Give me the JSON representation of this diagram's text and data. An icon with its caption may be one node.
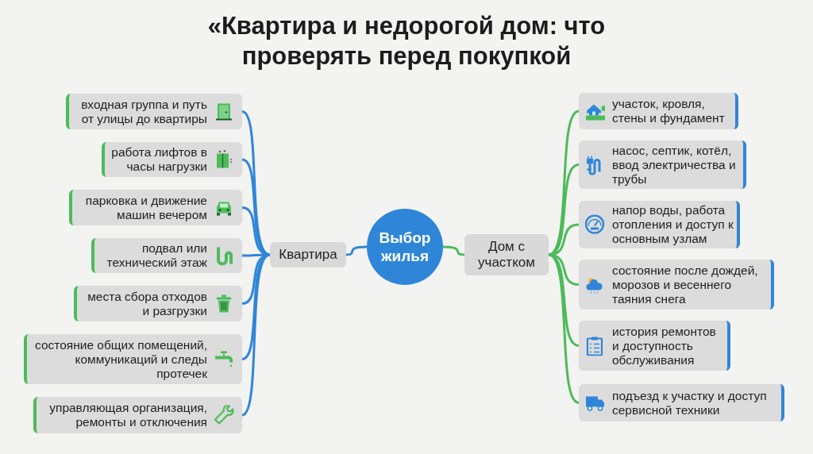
{
  "diagram": {
    "title": "«Квартира и недорогой дом: что проверять перед покупкой",
    "nodes": [
      {
        "text": [
          "Выбор жилья"
        ]
      },
      {
        "text": [
          "Квартира"
        ]
      },
      {
        "text": [
          "Дом с участком"
        ]
      },
      {
        "text": [
          "входная группа и путь от улицы до квартиры"
        ]
      },
      {
        "text": [
          "работа лифтов в часы нагрузки"
        ]
      },
      {
        "text": [
          "парковка и движение машин вечером"
        ]
      },
      {
        "text": [
          "подвал или технический этаж"
        ]
      },
      {
        "text": [
          "места сбора отходов и разгрузки"
        ]
      },
      {
        "text": [
          "состояние общих помещений, коммуникаций и следы протечек"
        ]
      },
      {
        "text": [
          "управляющая организация, ремонты и отключения"
        ]
      },
      {
        "text": [
          "участок, кровля, стены и фундамент"
        ]
      },
      {
        "text": [
          "насос, септик, котёл, ввод электричества и трубы"
        ]
      },
      {
        "text": [
          "напор воды, работа отопления и доступ к основным узлам"
        ]
      },
      {
        "text": [
          "состояние после дождей, морозов и весеннего таяния снега"
        ]
      },
      {
        "text": [
          "история ремонтов и доступность обслуживания"
        ]
      },
      {
        "text": [
          "подъезд к участку и доступ сервисной техники"
        ]
      }
    ],
    "edges": [
      {
        "from": 0,
        "to": 1,
        "arrow": "none"
      },
      {
        "from": 0,
        "to": 2,
        "arrow": "none",
        "color": "#4cbb5a"
      },
      {
        "from": 1,
        "to": 3,
        "arrow": "none"
      },
      {
        "from": 1,
        "to": 4,
        "arrow": "none"
      },
      {
        "from": 1,
        "to": 5,
        "arrow": "none"
      },
      {
        "from": 1,
        "to": 6,
        "arrow": "none"
      },
      {
        "from": 1,
        "to": 7,
        "arrow": "none"
      },
      {
        "from": 1,
        "to": 8,
        "arrow": "none"
      },
      {
        "from": 1,
        "to": 9,
        "arrow": "none"
      },
      {
        "from": 2,
        "to": 10,
        "arrow": "none",
        "color": "#4cbb5a"
      },
      {
        "from": 2,
        "to": 11,
        "arrow": "none",
        "color": "#4cbb5a"
      },
      {
        "from": 2,
        "to": 12,
        "arrow": "none",
        "color": "#4cbb5a"
      },
      {
        "from": 2,
        "to": 13,
        "arrow": "none",
        "color": "#4cbb5a"
      },
      {
        "from": 2,
        "to": 14,
        "arrow": "none",
        "color": "#4cbb5a"
      },
      {
        "from": 2,
        "to": 15,
        "arrow": "none",
        "color": "#4cbb5a"
      }
    ]
  }
}
